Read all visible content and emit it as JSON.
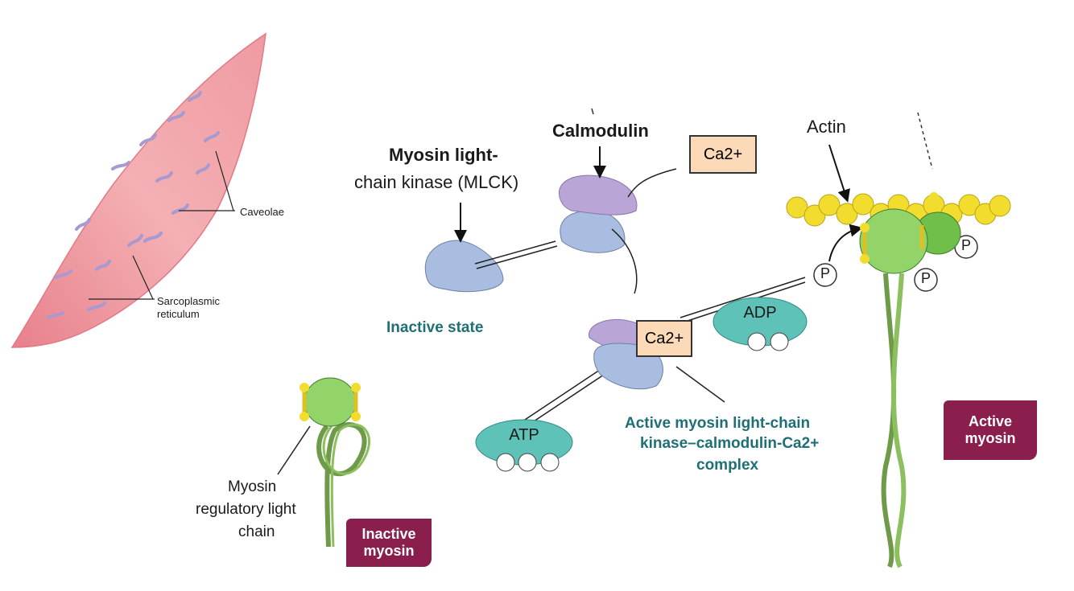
{
  "labels": {
    "caveolae": "Caveolae",
    "sarcoplasmic_1": "Sarcoplasmic",
    "sarcoplasmic_2": "reticulum",
    "mlck_1": "Myosin light-",
    "mlck_2": "chain kinase (MLCK)",
    "calmodulin": "Calmodulin",
    "actin": "Actin",
    "ca_top": "Ca2+",
    "ca_complex": "Ca2+",
    "adp": "ADP",
    "atp": "ATP",
    "p1": "P",
    "p2": "P",
    "p3": "P",
    "inactive_state": "Inactive state",
    "complex_1": "Active myosin light-chain",
    "complex_2": "kinase–calmodulin-Ca2+",
    "complex_3": "complex",
    "mrlc_1": "Myosin",
    "mrlc_2": "regulatory light",
    "mrlc_3": "chain"
  },
  "badges": {
    "inactive_1": "Inactive",
    "inactive_2": "myosin",
    "active_1": "Active",
    "active_2": "myosin"
  },
  "colors": {
    "cell": "#f0a0a8",
    "purple": "#b9a6d6",
    "blue": "#a9bde0",
    "teal": "#5fc2b8",
    "green": "#92d36a",
    "yellow": "#f2dd2e",
    "badge": "#8a1f4e"
  }
}
